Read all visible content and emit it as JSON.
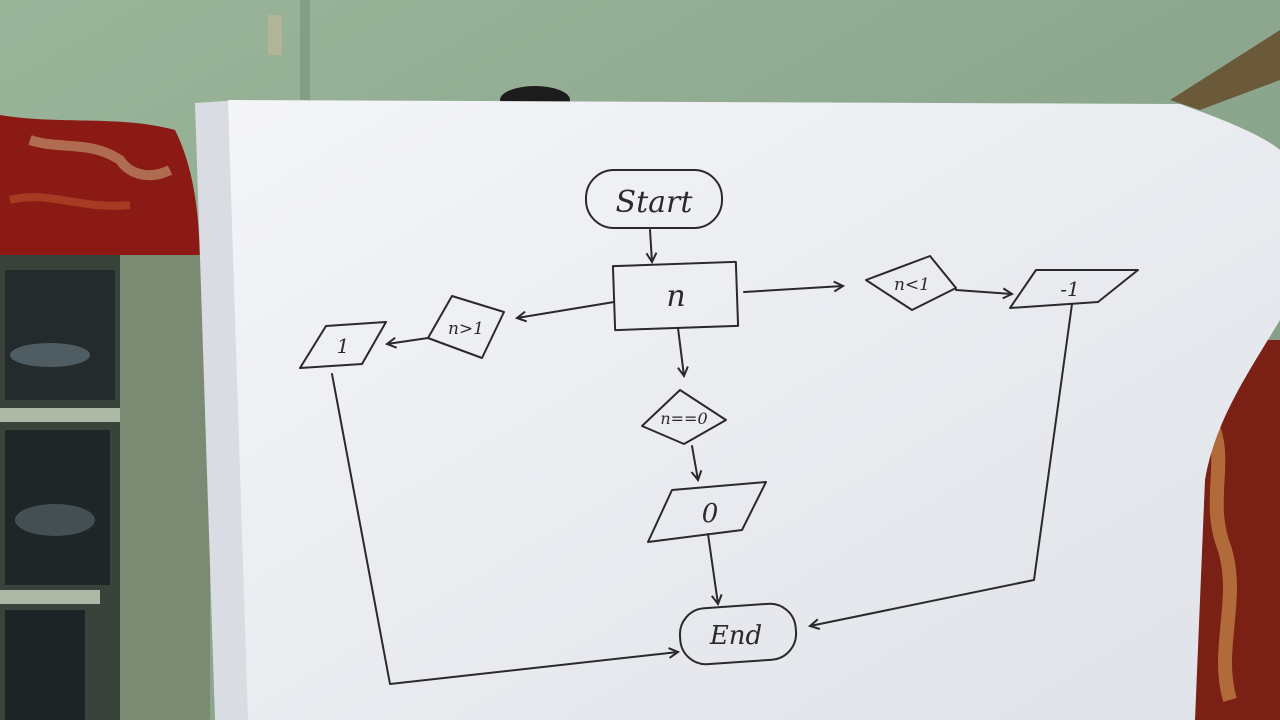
{
  "flowchart": {
    "start": "Start",
    "input": "n",
    "cond_gt": "n>1",
    "cond_lt": "n<1",
    "cond_eq": "n==0",
    "out_pos": "1",
    "out_neg": "-1",
    "out_zero": "0",
    "end": "End"
  },
  "colors": {
    "wall": "#8fa88f",
    "paper": "#f1f3f6",
    "ink": "#2a2a2a",
    "cloth": "#8b1a14",
    "shelf": "#3a423c"
  }
}
